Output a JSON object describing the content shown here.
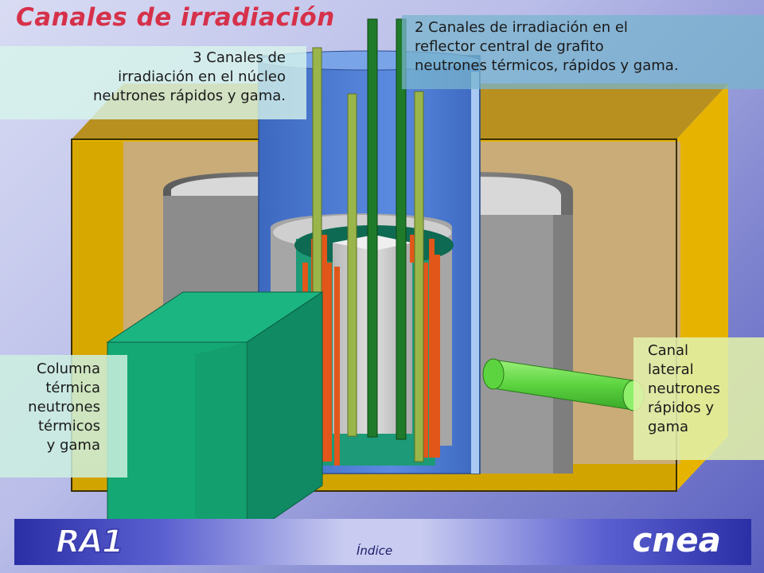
{
  "title": "Canales de irradiación",
  "callouts": {
    "core_channels": {
      "lines": [
        "3 Canales de",
        "irradiación en el núcleo",
        "neutrones rápidos y gama."
      ]
    },
    "reflector_channels": {
      "lines": [
        "2 Canales de irradiación en el",
        "reflector central de grafito",
        "neutrones térmicos, rápidos y gama."
      ]
    },
    "thermal_column": {
      "lines": [
        "Columna",
        "térmica",
        "neutrones",
        "térmicos",
        "y gama"
      ]
    },
    "lateral_channel": {
      "lines": [
        "Canal",
        "lateral",
        "neutrones",
        "rápidos y",
        "gama"
      ]
    }
  },
  "footer": {
    "logo_left": "RA1",
    "index_link": "Índice",
    "logo_right": "cnea"
  },
  "colors": {
    "title": "#d6314a",
    "outer_block": "#e0ae00",
    "graphite": "#8a8a8a",
    "tank": "#4a7bd0",
    "core_channel": "#9ab54a",
    "reflector_channel": "#1f7a2a",
    "fuel_rods": "#e2561a",
    "thermal_column": "#1fae7a",
    "lateral_channel": "#66dd4d"
  }
}
